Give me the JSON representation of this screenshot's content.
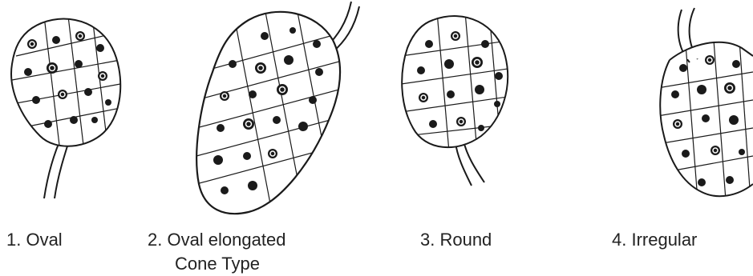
{
  "figure": {
    "items": [
      {
        "label": "1. Oval"
      },
      {
        "label": "2. Oval elongated",
        "label_line2": "Cone Type"
      },
      {
        "label": "3. Round"
      },
      {
        "label": "4. Irregular"
      }
    ]
  },
  "colors": {
    "ink": "#1a1a1a",
    "caption": "#222222",
    "background": "#ffffff"
  }
}
